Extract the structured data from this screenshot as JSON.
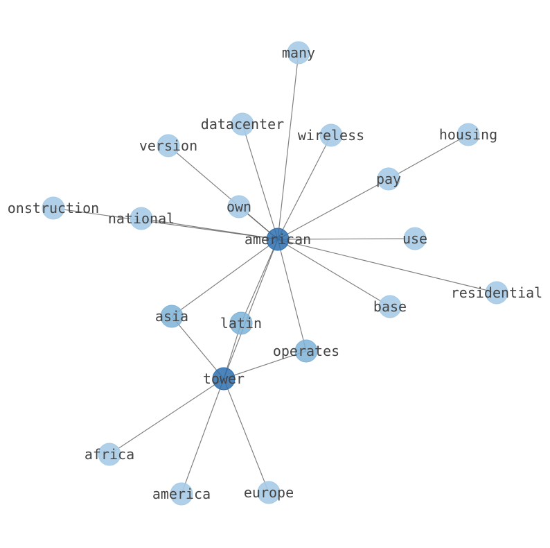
{
  "palette": {
    "hub": "#2e6fad",
    "secondary": "#7fb3d8",
    "leaf": "#a6cbe6",
    "edge": "#555555",
    "label": "#444444"
  },
  "graph": {
    "nodes": [
      {
        "id": "american",
        "label": "american",
        "tier": "hub"
      },
      {
        "id": "tower",
        "label": "tower",
        "tier": "hub"
      },
      {
        "id": "asia",
        "label": "asia",
        "tier": "secondary"
      },
      {
        "id": "latin",
        "label": "latin",
        "tier": "secondary"
      },
      {
        "id": "operates",
        "label": "operates",
        "tier": "secondary"
      },
      {
        "id": "many",
        "label": "many",
        "tier": "leaf"
      },
      {
        "id": "datacenter",
        "label": "datacenter",
        "tier": "leaf"
      },
      {
        "id": "wireless",
        "label": "wireless",
        "tier": "leaf"
      },
      {
        "id": "housing",
        "label": "housing",
        "tier": "leaf"
      },
      {
        "id": "version",
        "label": "version",
        "tier": "leaf"
      },
      {
        "id": "pay",
        "label": "pay",
        "tier": "leaf"
      },
      {
        "id": "construction",
        "label": "onstruction",
        "tier": "leaf"
      },
      {
        "id": "own",
        "label": "own",
        "tier": "leaf"
      },
      {
        "id": "national",
        "label": "national",
        "tier": "leaf"
      },
      {
        "id": "use",
        "label": "use",
        "tier": "leaf"
      },
      {
        "id": "residential",
        "label": "residential",
        "tier": "leaf"
      },
      {
        "id": "base",
        "label": "base",
        "tier": "leaf"
      },
      {
        "id": "africa",
        "label": "africa",
        "tier": "leaf"
      },
      {
        "id": "america",
        "label": "america",
        "tier": "leaf"
      },
      {
        "id": "europe",
        "label": "europe",
        "tier": "leaf"
      }
    ],
    "edges": [
      [
        "american",
        "many"
      ],
      [
        "american",
        "datacenter"
      ],
      [
        "american",
        "wireless"
      ],
      [
        "american",
        "version"
      ],
      [
        "american",
        "pay"
      ],
      [
        "american",
        "own"
      ],
      [
        "american",
        "national"
      ],
      [
        "american",
        "construction"
      ],
      [
        "american",
        "use"
      ],
      [
        "american",
        "residential"
      ],
      [
        "american",
        "base"
      ],
      [
        "american",
        "asia"
      ],
      [
        "american",
        "latin"
      ],
      [
        "american",
        "operates"
      ],
      [
        "american",
        "tower"
      ],
      [
        "pay",
        "housing"
      ],
      [
        "tower",
        "asia"
      ],
      [
        "tower",
        "latin"
      ],
      [
        "tower",
        "operates"
      ],
      [
        "tower",
        "africa"
      ],
      [
        "tower",
        "america"
      ],
      [
        "tower",
        "europe"
      ]
    ]
  }
}
